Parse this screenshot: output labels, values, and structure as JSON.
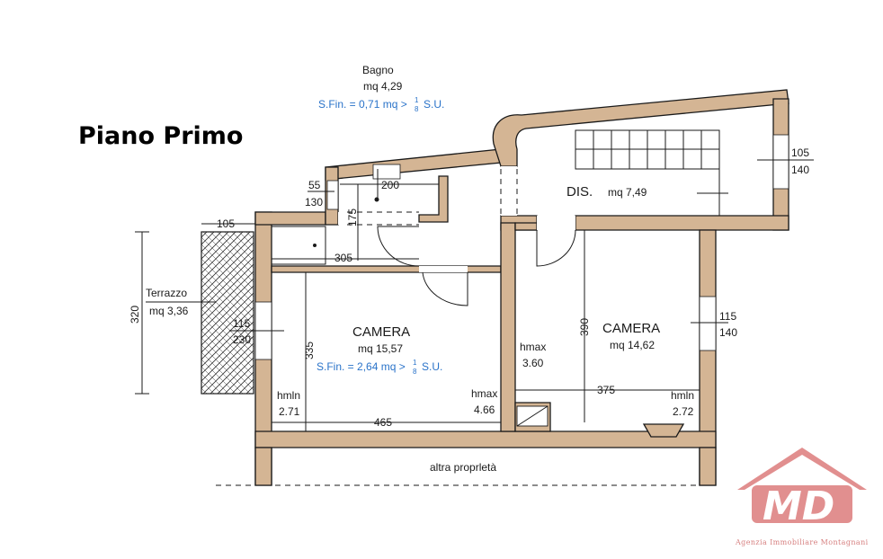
{
  "title": "Piano Primo",
  "rooms": {
    "bagno": {
      "name": "Bagno",
      "area": "mq 4,29",
      "sfin": "S.Fin. = 0,71 mq > ",
      "ratio": "S.U."
    },
    "dis": {
      "name": "DIS.",
      "area": "mq 7,49"
    },
    "camera1": {
      "name": "CAMERA",
      "area": "mq 15,57",
      "sfin": "S.Fin. = 2,64 mq > ",
      "ratio": "S.U."
    },
    "camera2": {
      "name": "CAMERA",
      "area": "mq 14,62"
    },
    "terrazzo": {
      "name": "Terrazzo",
      "area": "mq 3,36"
    },
    "altra": {
      "name": "altra proprletà"
    }
  },
  "fraction": {
    "num": "1",
    "den": "8"
  },
  "windows": [
    {
      "width": "55",
      "height": "130"
    },
    {
      "width": "115",
      "height": "230"
    },
    {
      "width": "115",
      "height": "140"
    },
    {
      "width": "105",
      "height": "140"
    }
  ],
  "dimensions": {
    "d200": "200",
    "d175": "175",
    "d305": "305",
    "d105": "105",
    "d320": "320",
    "d335": "335",
    "d465": "465",
    "d390": "390",
    "d375": "375"
  },
  "heights": {
    "hmin_left": {
      "label": "hmln",
      "value": "2.71"
    },
    "hmax_left": {
      "label": "hmax",
      "value": "4.66"
    },
    "hmax_mid": {
      "label": "hmax",
      "value": "3.60"
    },
    "hmin_right": {
      "label": "hmln",
      "value": "2.72"
    }
  },
  "watermark": {
    "logo": "MD",
    "agency": "Agenzia Immobiliare Montagnani"
  },
  "colors": {
    "wall": "#d4b594",
    "accent_blue": "#2a73c9",
    "watermark": "#c95555"
  }
}
